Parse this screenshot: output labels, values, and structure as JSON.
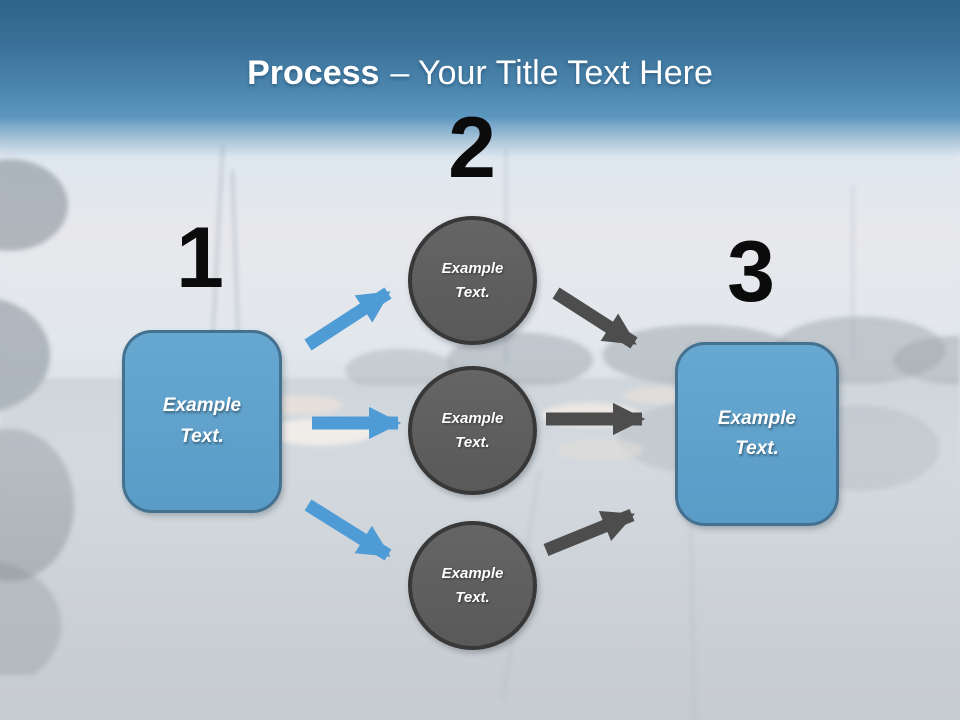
{
  "title": {
    "bold": "Process",
    "rest": "– Your Title Text Here"
  },
  "process": {
    "step_numbers": [
      "1",
      "2",
      "3"
    ],
    "left_box": {
      "text": "Example Text."
    },
    "right_box": {
      "text": "Example Text."
    },
    "circles": [
      {
        "text": "Example Text."
      },
      {
        "text": "Example Text."
      },
      {
        "text": "Example Text."
      }
    ],
    "arrows": [
      {
        "name": "arrow-box1-to-circle1",
        "direction": "up-right",
        "color": "blue"
      },
      {
        "name": "arrow-box1-to-circle2",
        "direction": "right",
        "color": "blue"
      },
      {
        "name": "arrow-box1-to-circle3",
        "direction": "down-right",
        "color": "blue"
      },
      {
        "name": "arrow-circle1-to-box3",
        "direction": "down-right",
        "color": "gray"
      },
      {
        "name": "arrow-circle2-to-box3",
        "direction": "right",
        "color": "gray"
      },
      {
        "name": "arrow-circle3-to-box3",
        "direction": "up-right",
        "color": "gray"
      }
    ]
  },
  "colors": {
    "arrow_blue": "#4F9BD5",
    "arrow_gray": "#4D4D4D",
    "box_fill": "#5EA1CB",
    "box_border": "#44718F",
    "circle_fill": "#5C5C5C",
    "circle_border": "#383838",
    "header_blue": "#2F6389",
    "number_color": "#0B0B0B",
    "text_color": "#FFFFFF"
  },
  "background": {
    "description": "faded lake marina photo with sailboats and tree reflections"
  }
}
